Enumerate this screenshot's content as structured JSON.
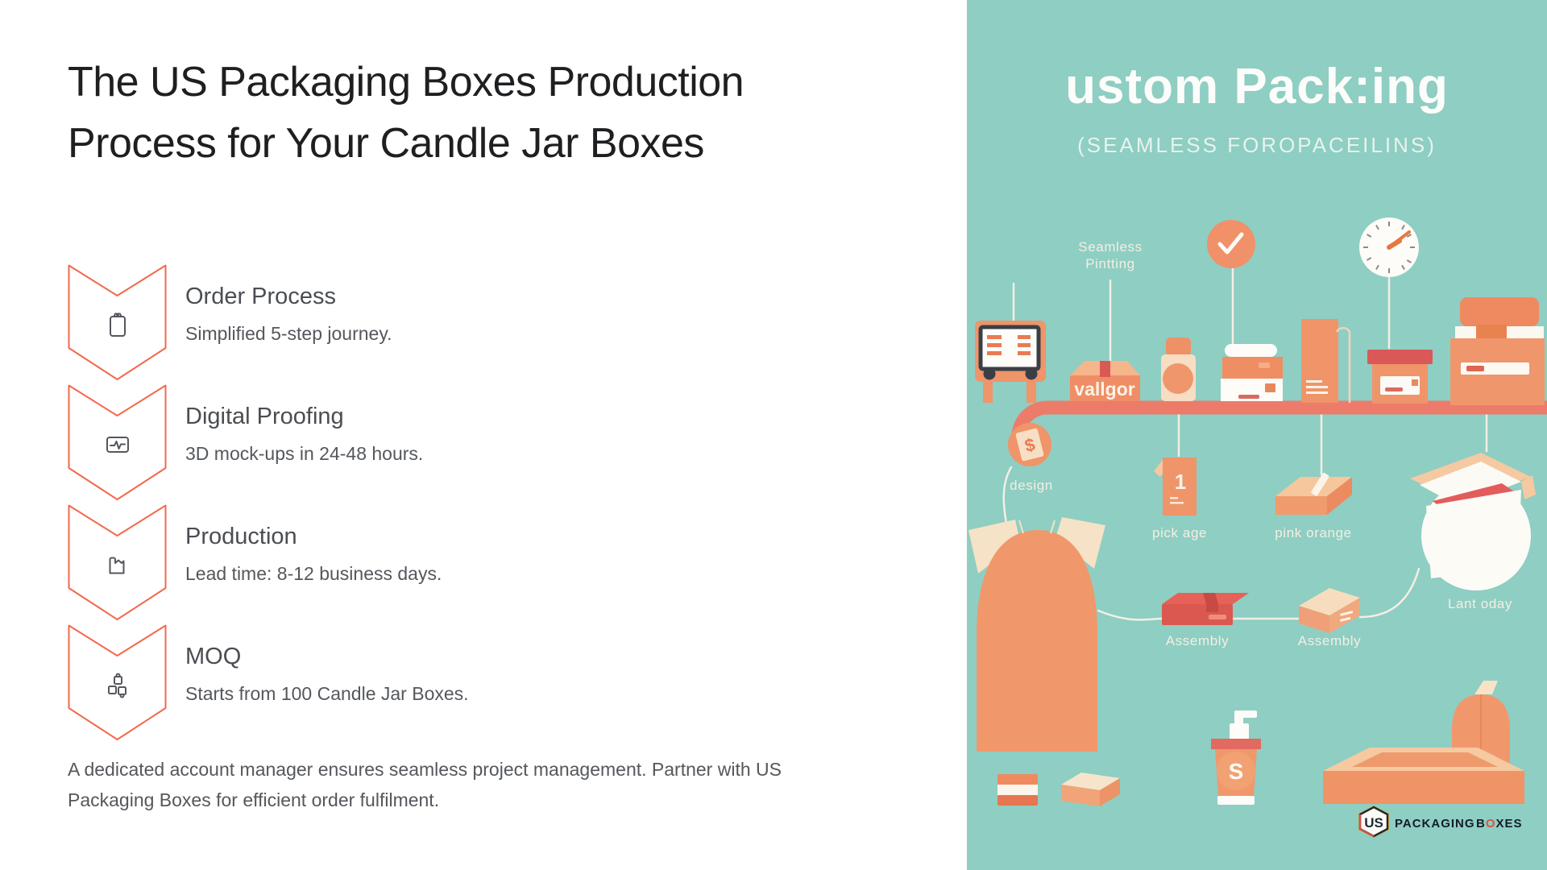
{
  "left": {
    "heading": "The US Packaging Boxes Production Process for Your Candle Jar Boxes",
    "steps": [
      {
        "icon": "clipboard-icon",
        "title": "Order Process",
        "desc": "Simplified 5-step journey."
      },
      {
        "icon": "monitor-pulse-icon",
        "title": "Digital Proofing",
        "desc": "3D mock-ups in 24-48 hours."
      },
      {
        "icon": "factory-icon",
        "title": "Production",
        "desc": "Lead time: 8-12 business days."
      },
      {
        "icon": "packages-icon",
        "title": "MOQ",
        "desc": "Starts from 100 Candle Jar Boxes."
      }
    ],
    "footer": "A dedicated account manager ensures seamless project management. Partner with US Packaging Boxes for efficient order fulfilment."
  },
  "poster": {
    "title": "ustom Pack:ing",
    "subtitle": "(SEAMLESS FOROPACEILINS)",
    "labels": {
      "seamless_line1": "Seamless",
      "seamless_line2": "Pintting",
      "vallgor": "vallgor",
      "dollar": "$",
      "design": "design",
      "box_number": "1",
      "pick_age": "pick age",
      "pink_orange": "pink orange",
      "assembly_left": "Assembly",
      "assembly_right": "Assembly",
      "lant_oday": "Lant oday",
      "soap_s": "S"
    },
    "logo": {
      "monogram": "US",
      "word1": "PACKAGING",
      "b": "B",
      "o": "O",
      "xes": "XES"
    },
    "colors": {
      "teal": "#8FCEC2",
      "coral": "#ED7B6A",
      "orange": "#F0946A",
      "cream": "#F6DFC4",
      "red": "#DB5A55",
      "ink": "#1E2A35",
      "chevron_accent": "#F2694C"
    }
  }
}
